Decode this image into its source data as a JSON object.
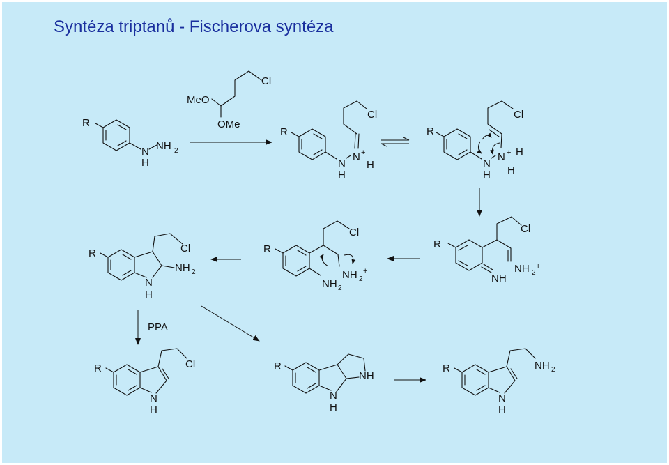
{
  "slide": {
    "title": "Syntéza triptanů - Fischerova syntéza",
    "bg_color": "#c7eaf8",
    "title_color": "#1a2f9e"
  },
  "labels": {
    "R": "R",
    "Cl": "Cl",
    "N": "N",
    "H": "H",
    "NH": "NH",
    "NH2": "NH",
    "sub2": "2",
    "plus": "+",
    "MeO": "MeO",
    "OMe": "OMe",
    "PPA": "PPA"
  }
}
